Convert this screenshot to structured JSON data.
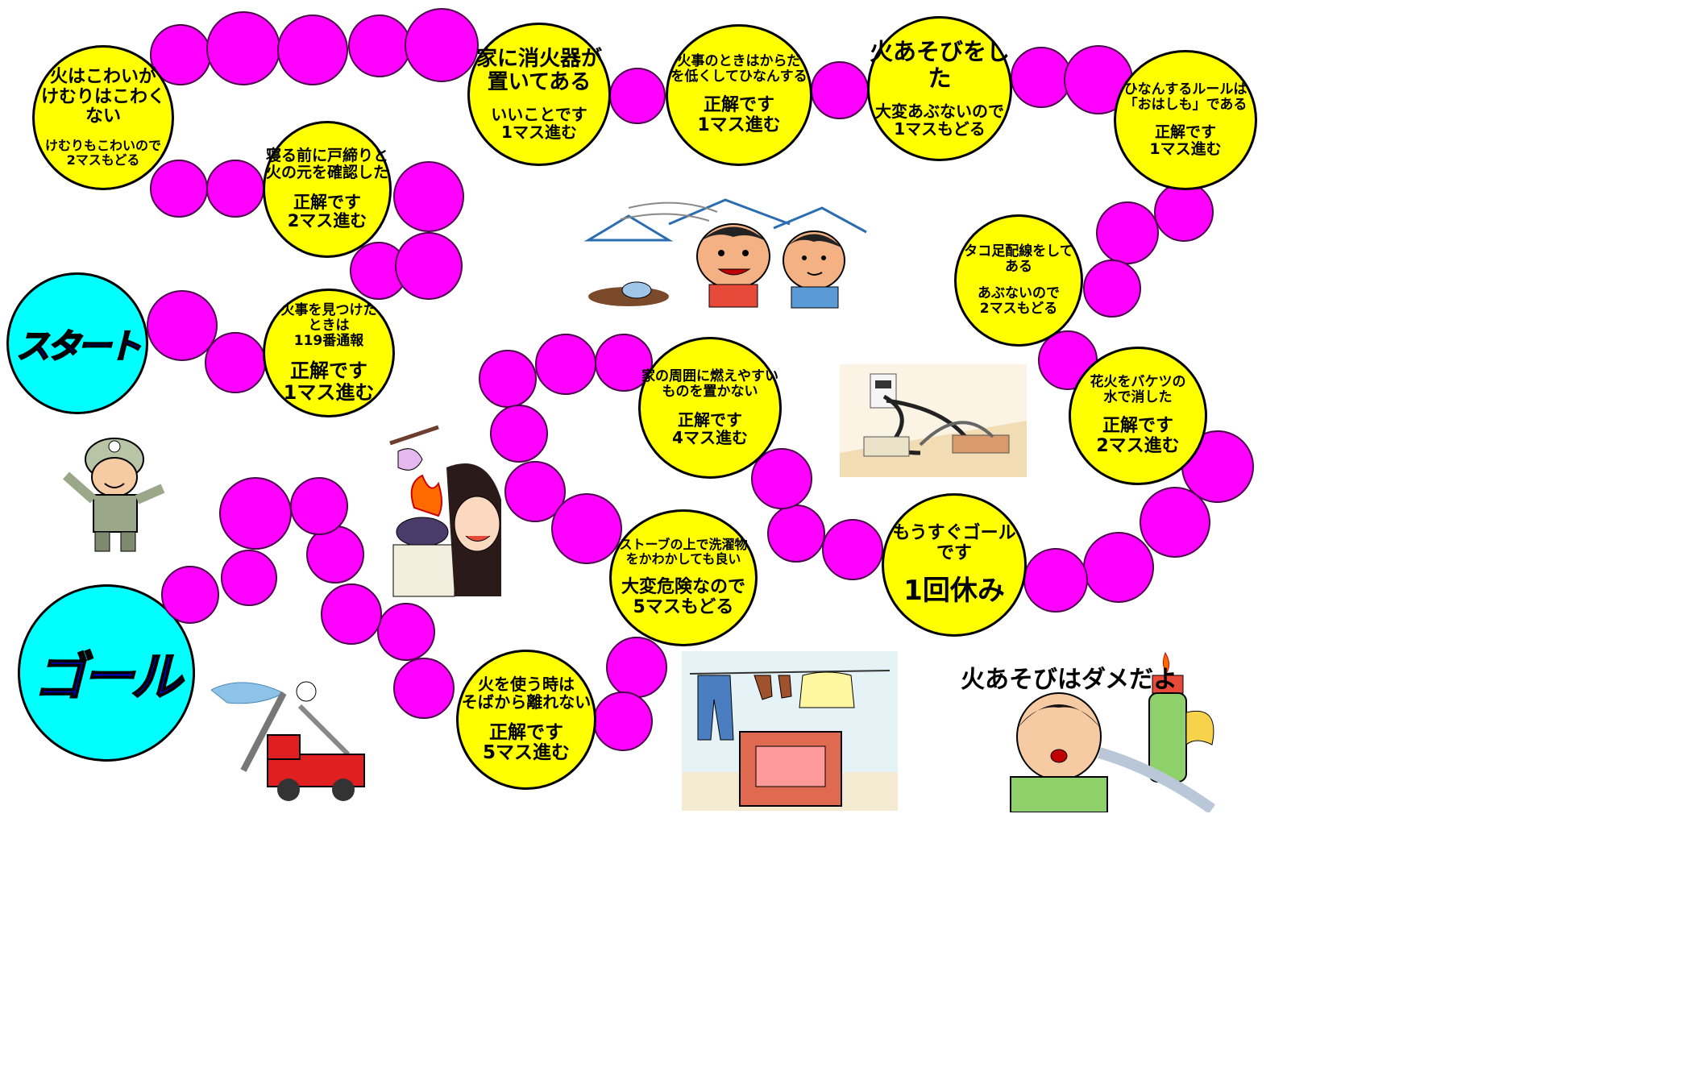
{
  "start_label": "スタート",
  "goal_label": "ゴール",
  "caption": "火あそびはダメだよ",
  "colors": {
    "path_dot": "#ff00ff",
    "square": "#ffff00",
    "start_goal": "#00ffff",
    "start_goal_text": "#0000ff"
  },
  "squares": [
    {
      "id": "fire-report",
      "question": "火事を見つけた\nときは\n119番通報",
      "result": "正解です\n1マス進む"
    },
    {
      "id": "lock-check",
      "question": "寝る前に戸締りと\n火の元を確認した",
      "result": "正解です\n2マス進む"
    },
    {
      "id": "smoke",
      "question": "火はこわいが\nけむりはこわくない",
      "result": "けむりもこわいので\n2マスもどる"
    },
    {
      "id": "extinguisher",
      "question": "家に消火器が\n置いてある",
      "result": "いいことです\n1マス進む"
    },
    {
      "id": "evacuate-low",
      "question": "火事のときはからだ\nを低くしてひなんする",
      "result": "正解です\n1マス進む"
    },
    {
      "id": "fire-play",
      "question": "火あそびをした",
      "result": "大変あぶないので\n1マスもどる"
    },
    {
      "id": "evac-rule",
      "question": "ひなんするルールは\n「おはしも」である",
      "result": "正解です\n1マス進む"
    },
    {
      "id": "octopus-wiring",
      "question": "タコ足配線をして\nある",
      "result": "あぶないので\n2マスもどる"
    },
    {
      "id": "fireworks",
      "question": "花火をバケツの\n水で消した",
      "result": "正解です\n2マス進む"
    },
    {
      "id": "almost-goal",
      "question": "もうすぐゴール\nです",
      "result": "1回休み"
    },
    {
      "id": "flammables",
      "question": "家の周囲に燃えやすい\nものを置かない",
      "result": "正解です\n4マス進む"
    },
    {
      "id": "stove-laundry",
      "question": "ストーブの上で洗濯物\nをかわかしても良い",
      "result": "大変危険なので\n5マスもどる"
    },
    {
      "id": "stay-near",
      "question": "火を使う時は\nそばから離れない",
      "result": "正解です\n5マス進む"
    }
  ]
}
